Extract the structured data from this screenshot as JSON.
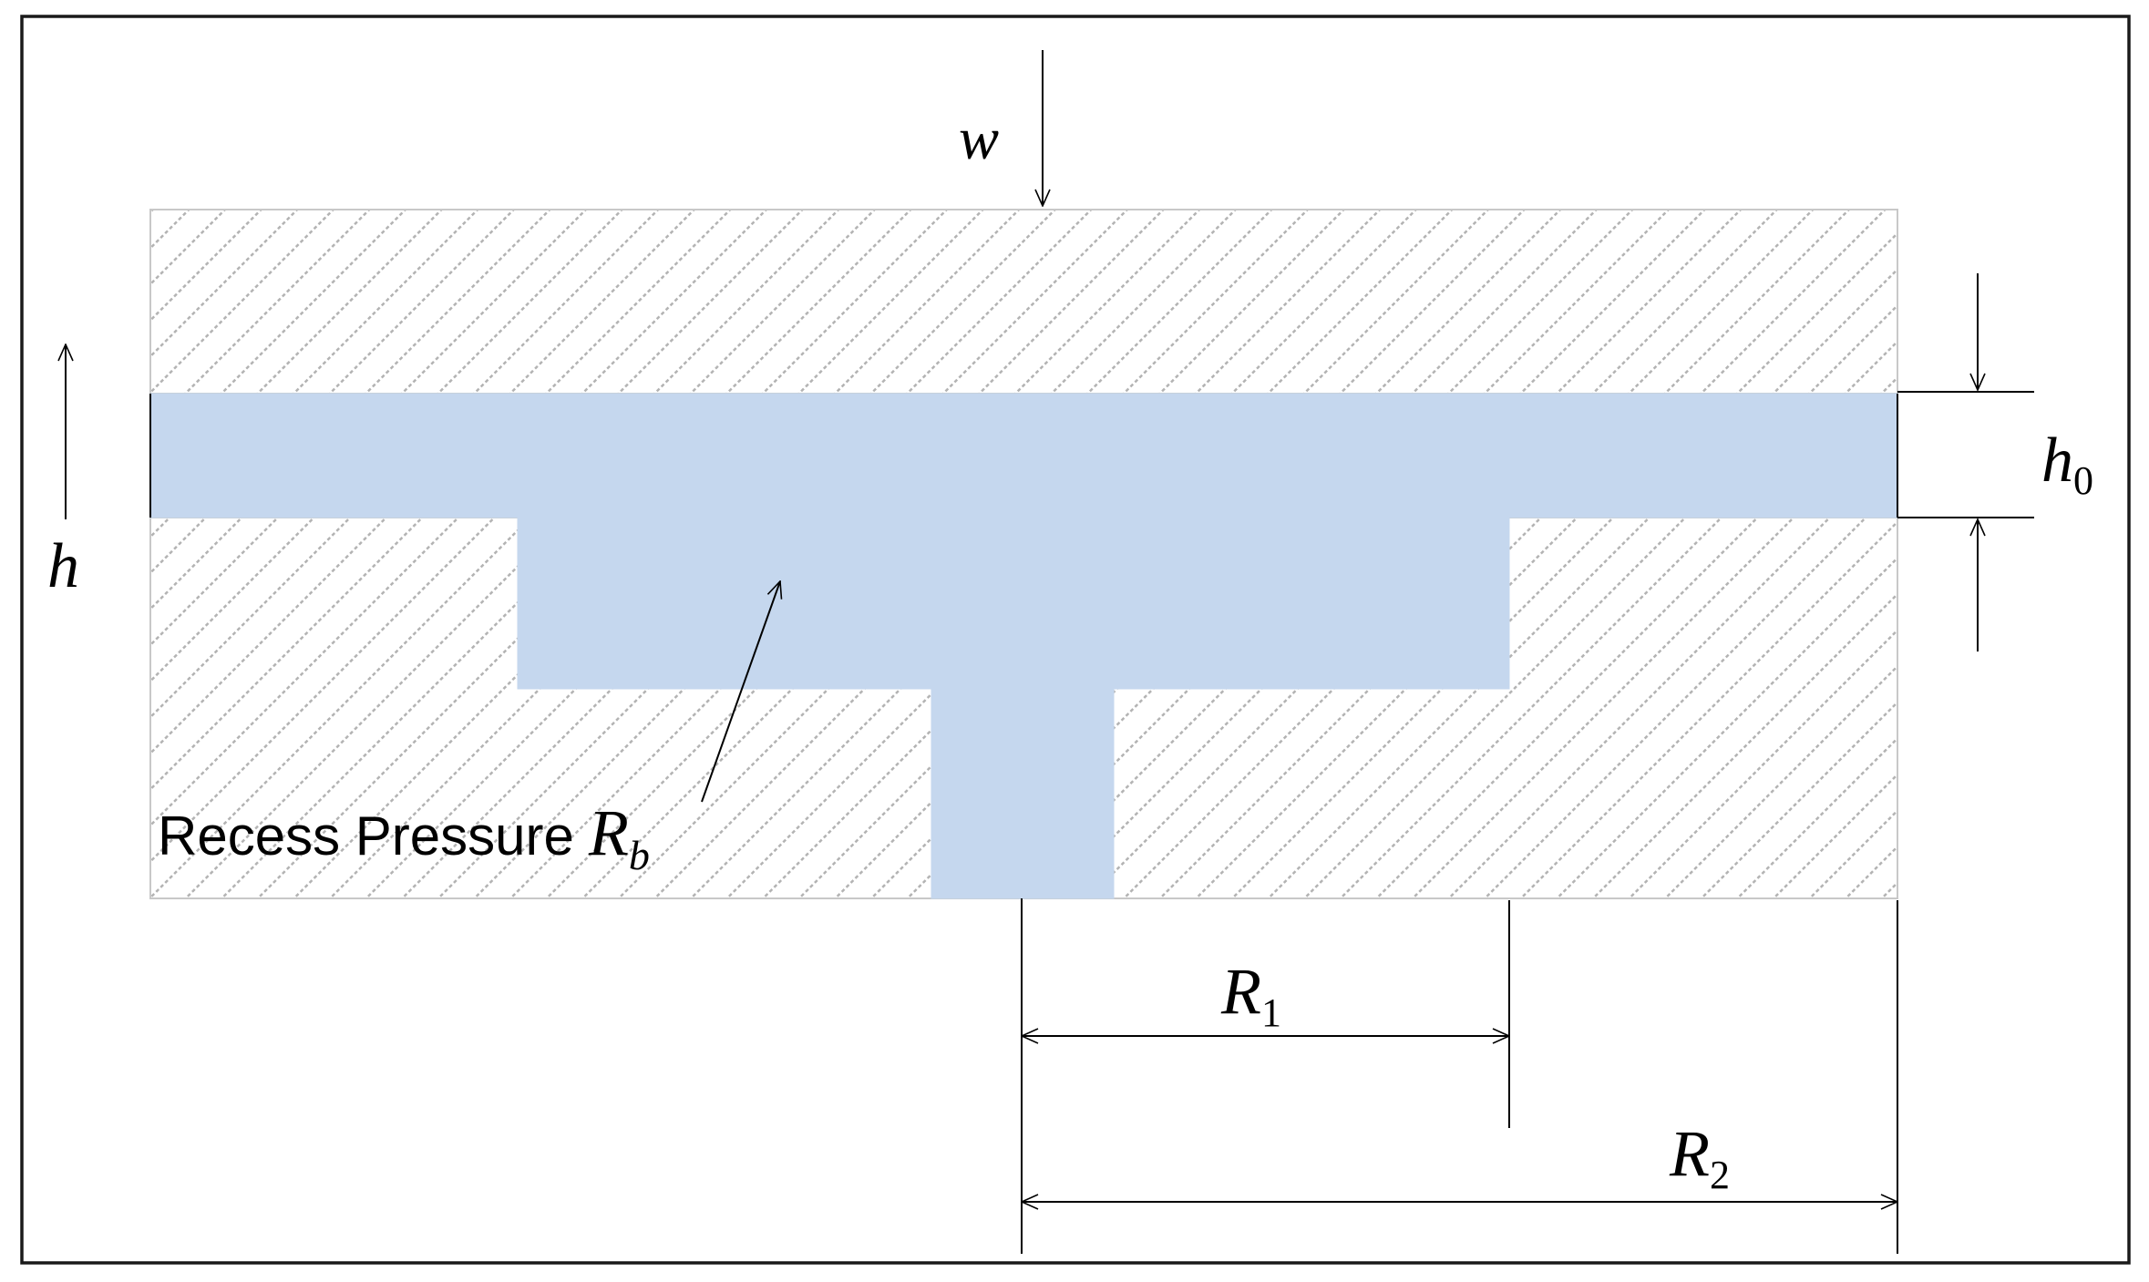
{
  "labels": {
    "w": "w",
    "h": "h",
    "h0_main": "h",
    "h0_sub": "0",
    "r1_main": "R",
    "r1_sub": "1",
    "r2_main": "R",
    "r2_sub": "2",
    "recess_text": "Recess Pressure",
    "rb_main": "R",
    "rb_sub": "b"
  },
  "colors": {
    "fluid": "#c5d7ee",
    "hatch": "#b3b3b3",
    "line": "#000000",
    "frame": "#1a1a1a",
    "solid_border": "#c8c8c8"
  }
}
